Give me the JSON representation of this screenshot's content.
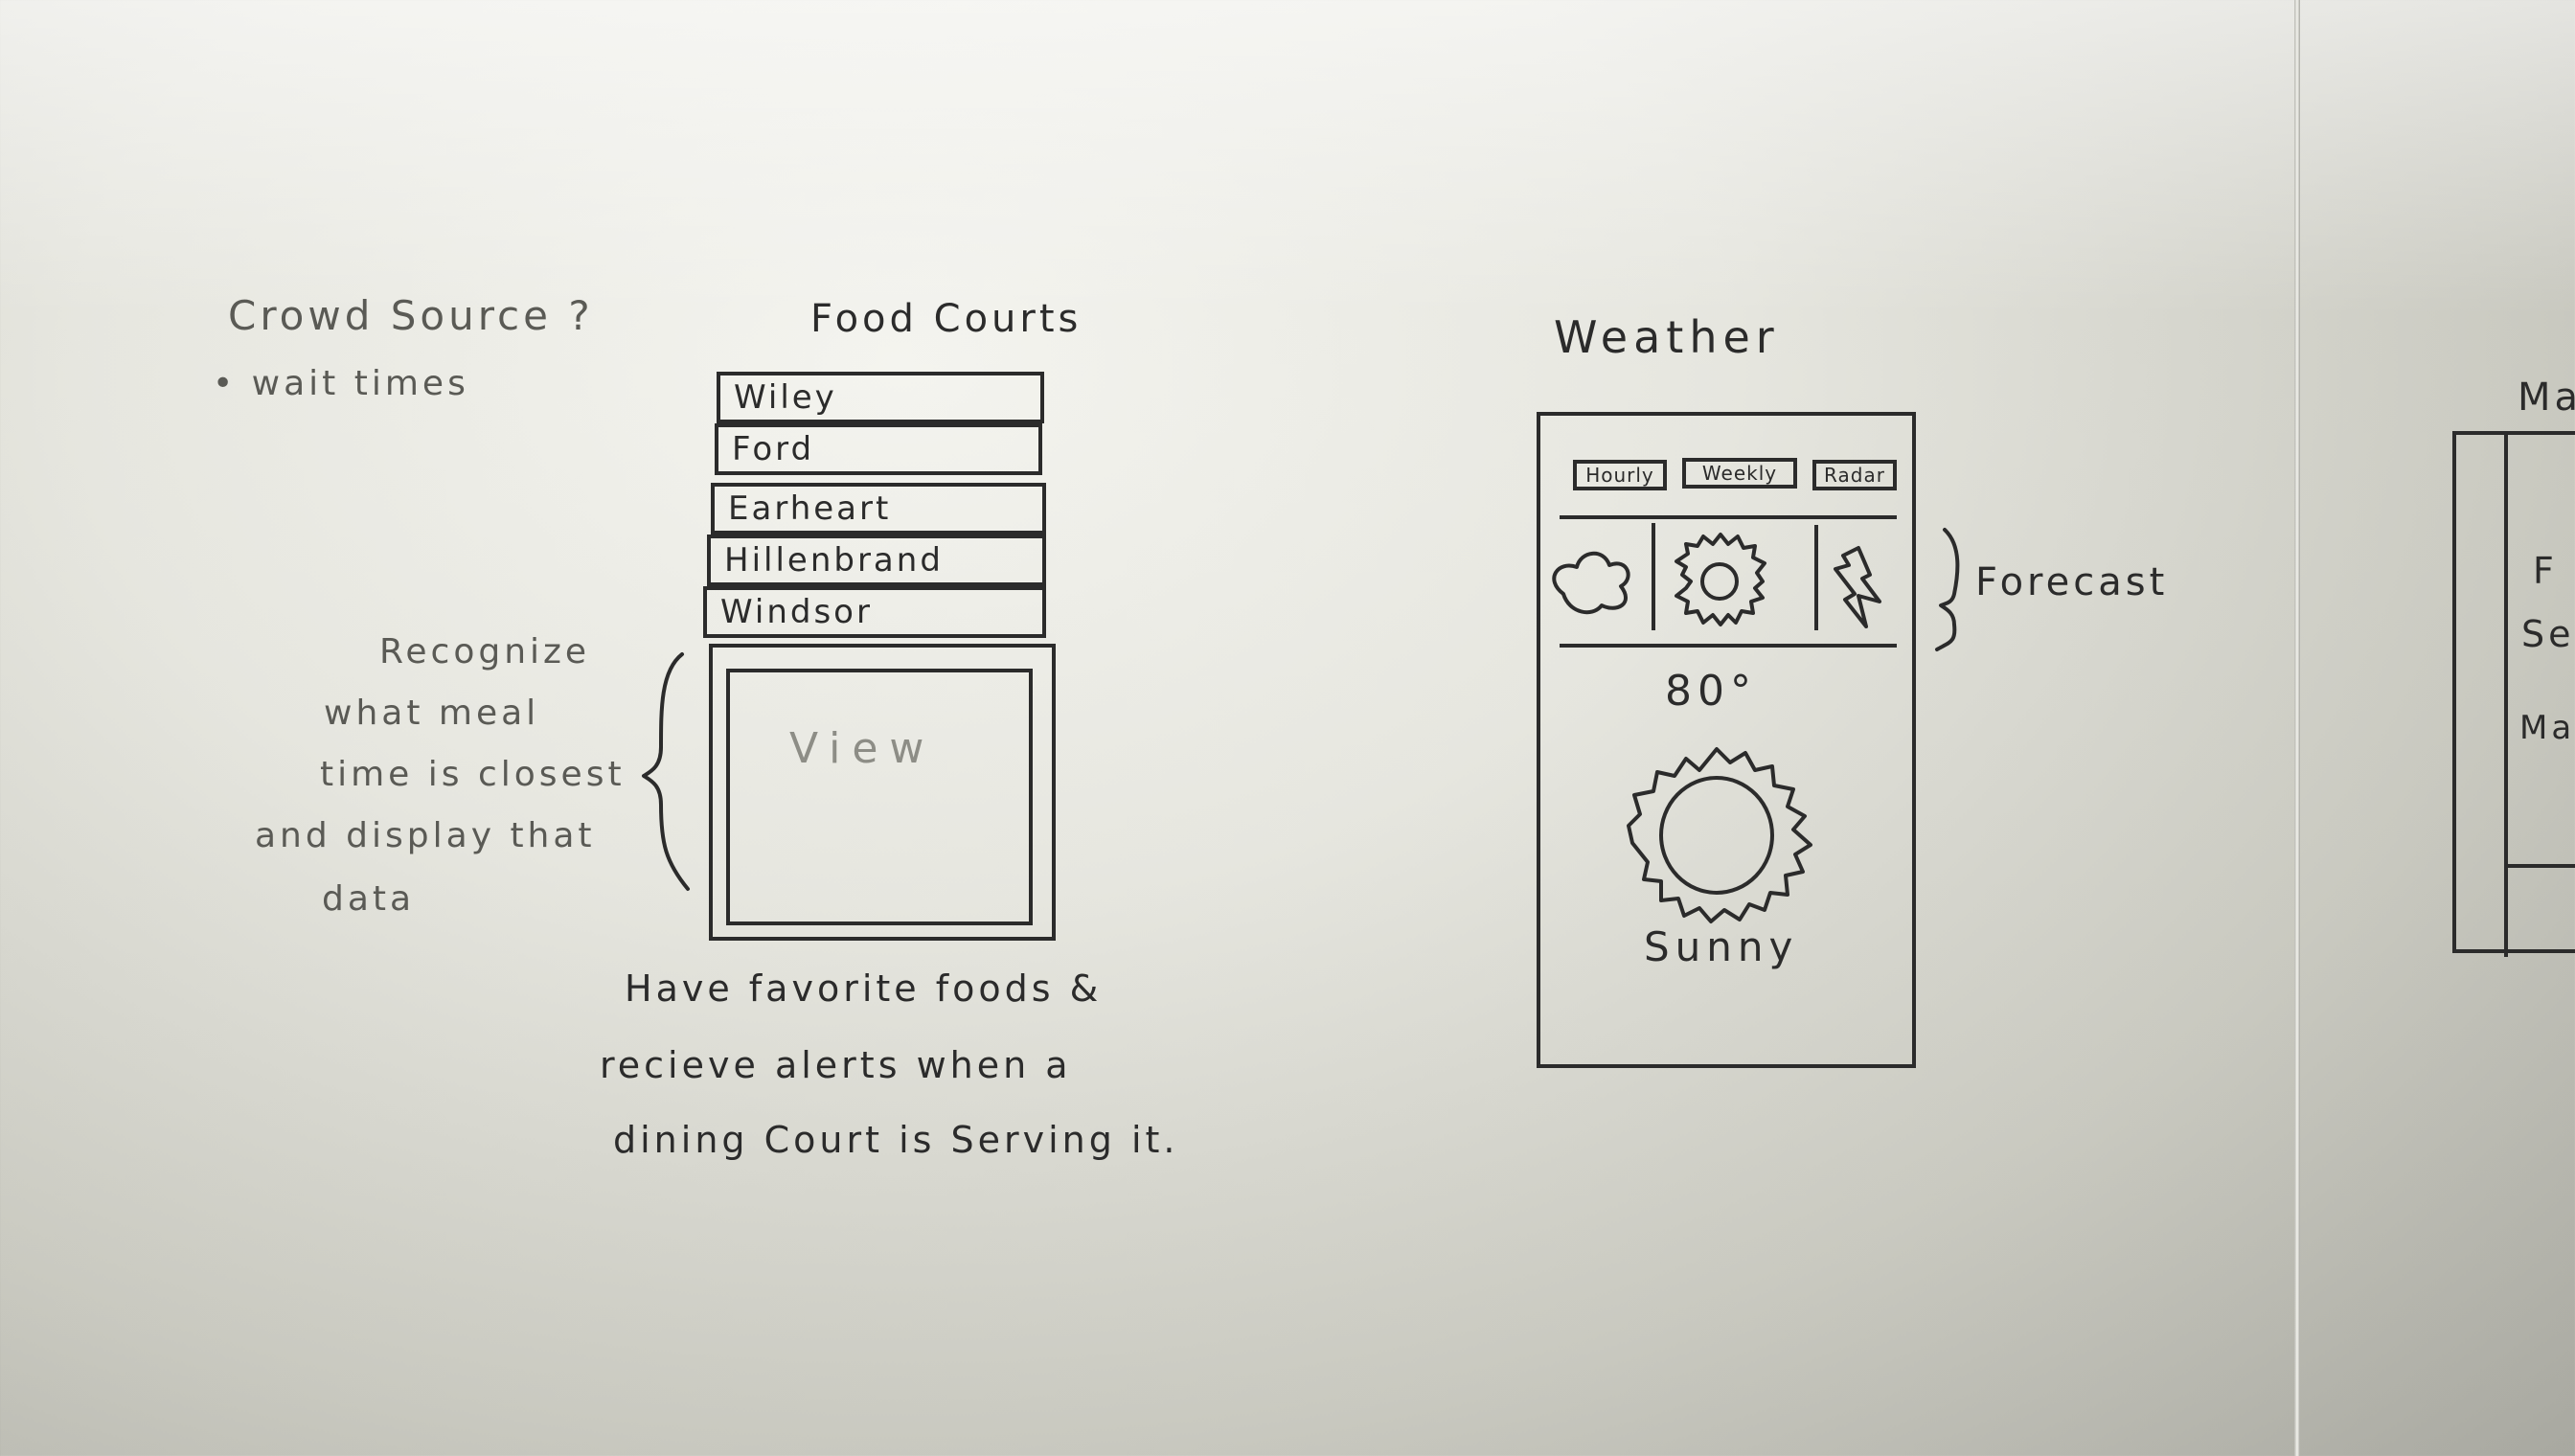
{
  "notes": {
    "crowd_source": "Crowd Source ?",
    "wait_times": "• wait times",
    "recognize": [
      "Recognize",
      "what meal",
      "time is closest",
      "and display that",
      "data"
    ],
    "favorites": [
      "Have favorite foods &",
      "recieve alerts when a",
      "dining Court is Serving it."
    ]
  },
  "food_courts": {
    "title": "Food Courts",
    "items": [
      {
        "label": "Wiley"
      },
      {
        "label": "Ford"
      },
      {
        "label": "Earheart"
      },
      {
        "label": "Hillenbrand"
      },
      {
        "label": "Windsor"
      }
    ],
    "view_label": "View"
  },
  "weather": {
    "title": "Weather",
    "tabs": [
      {
        "label": "Hourly"
      },
      {
        "label": "Weekly"
      },
      {
        "label": "Radar"
      }
    ],
    "forecast_icons": [
      {
        "icon": "cloud-icon"
      },
      {
        "icon": "sun-icon"
      },
      {
        "icon": "lightning-icon"
      }
    ],
    "forecast_label": "Forecast",
    "temperature": "80°",
    "condition": "Sunny"
  },
  "partial_sketch": {
    "title": "Ma",
    "lines": [
      "F",
      "Se",
      "Ma"
    ]
  }
}
